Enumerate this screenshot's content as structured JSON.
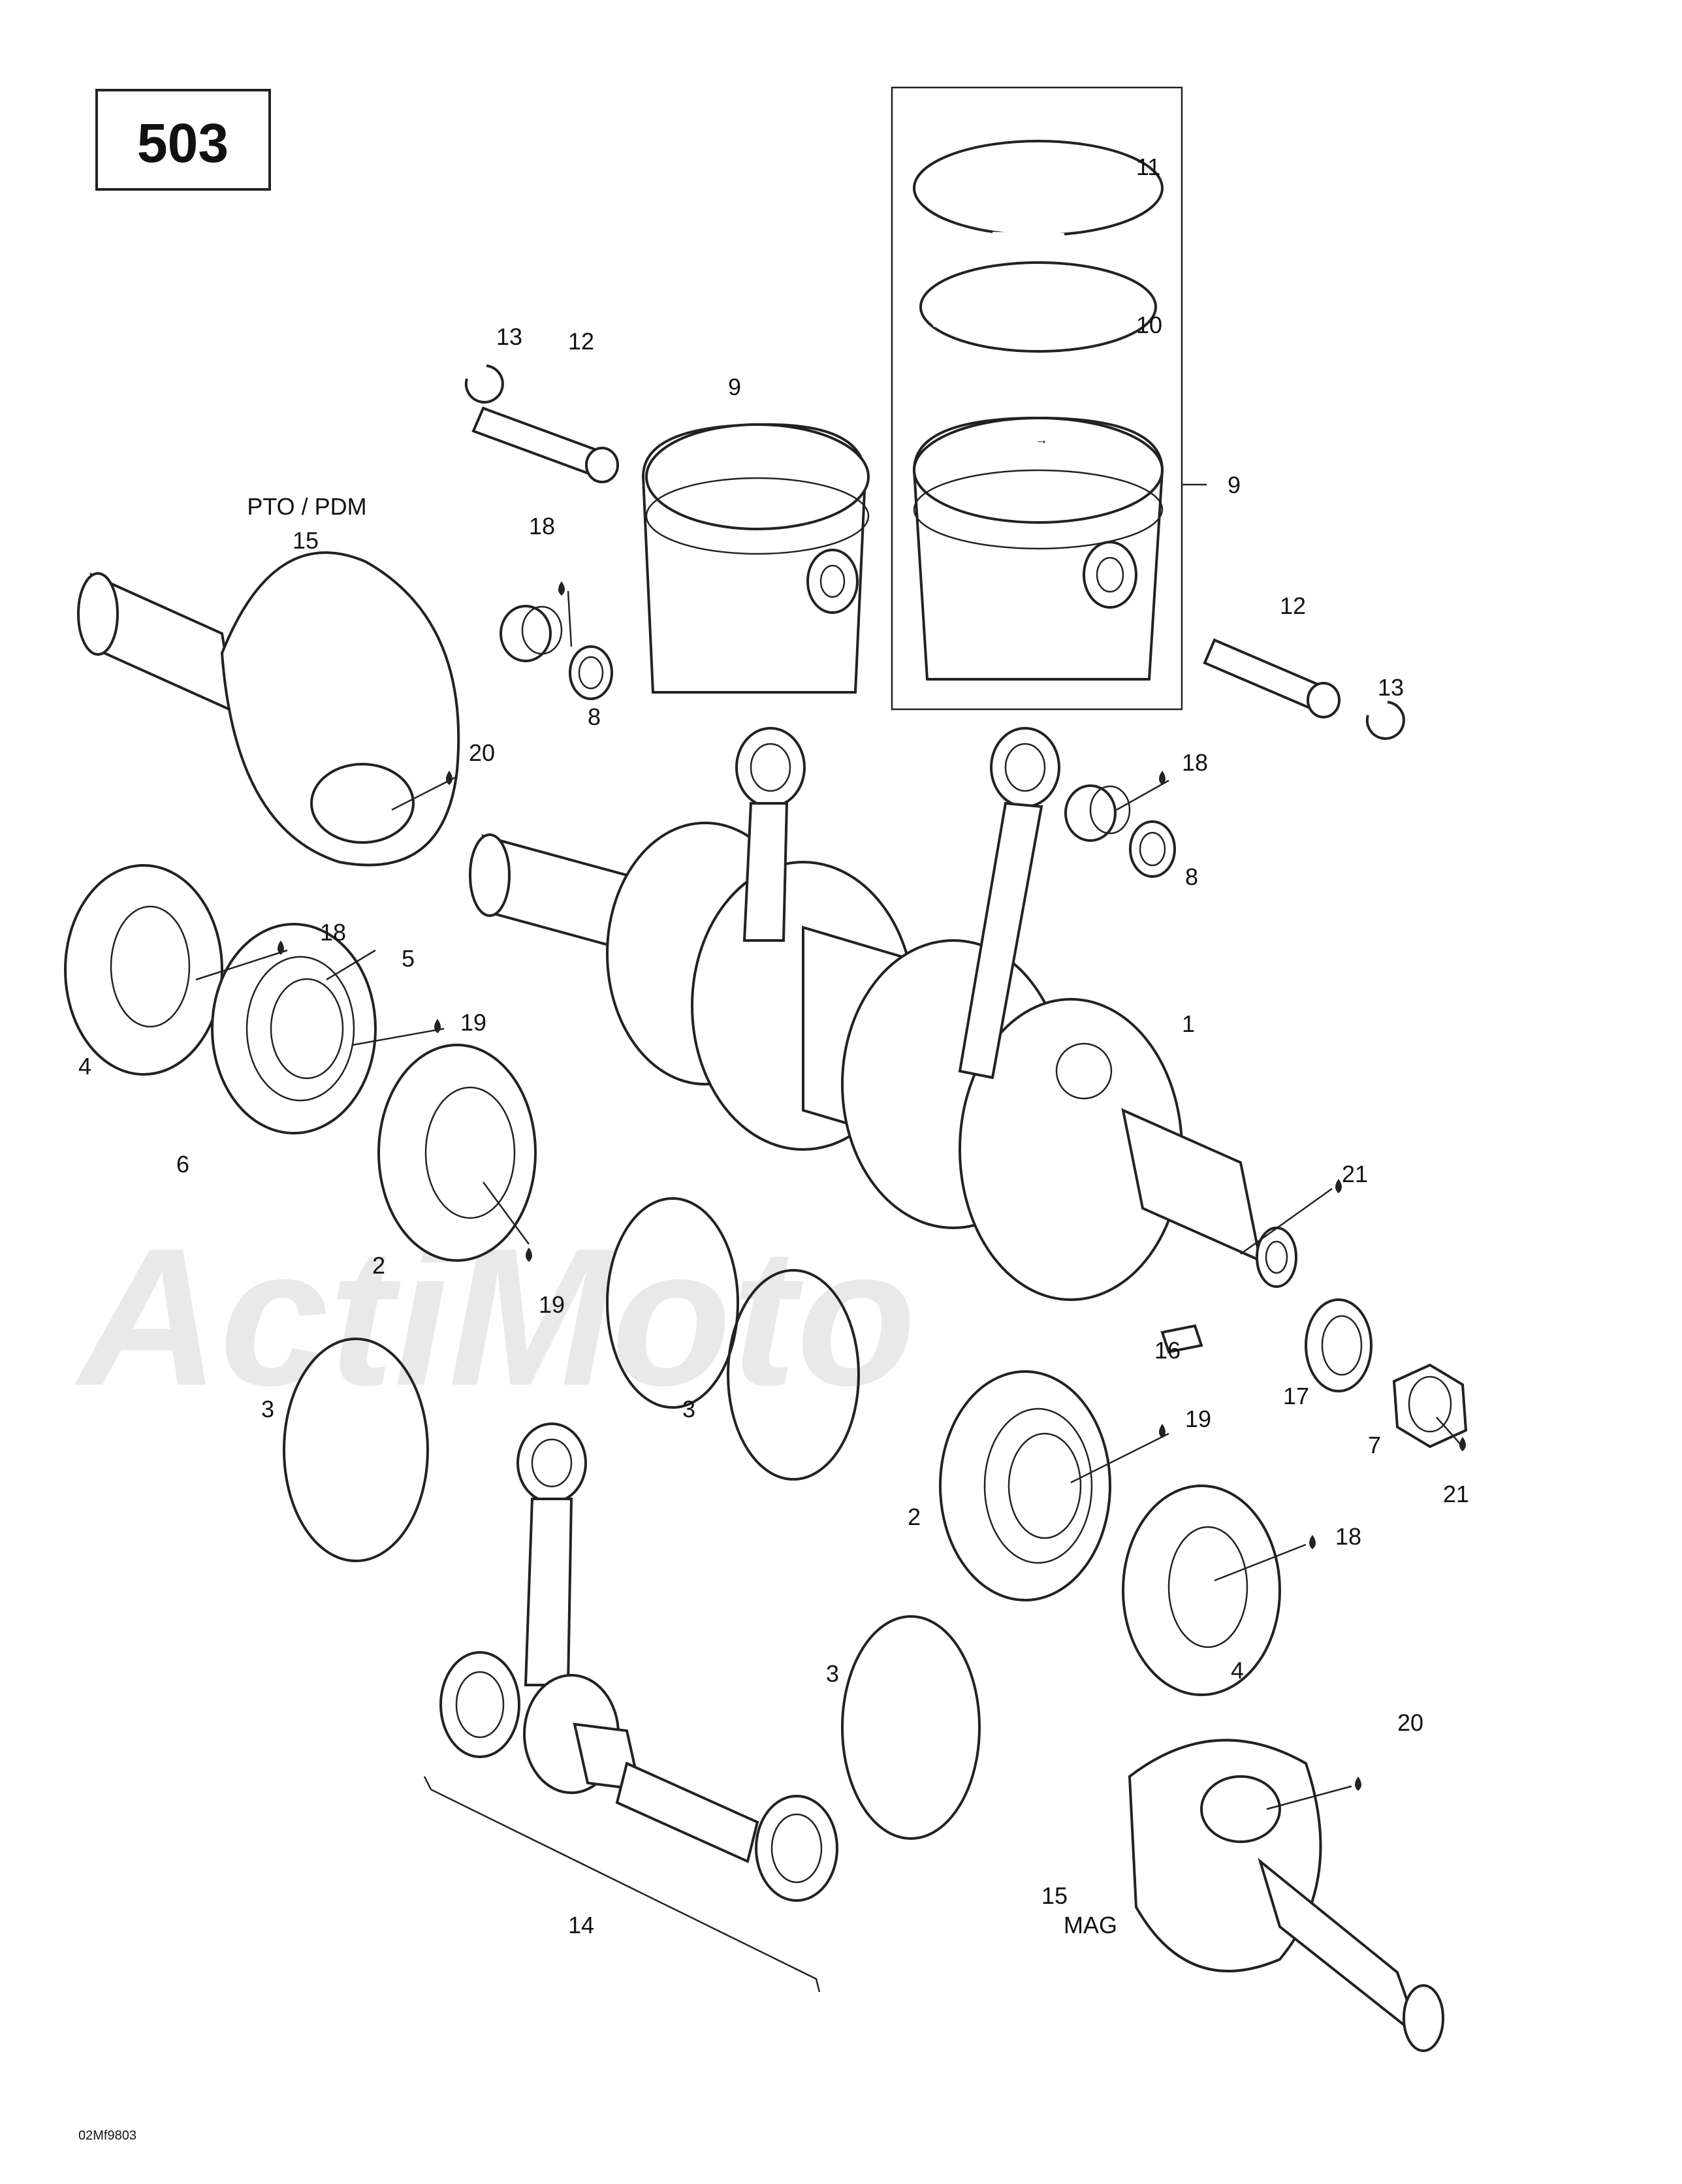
{
  "diagram": {
    "section_number": "503",
    "drawing_code": "02Mf9803",
    "watermark": "ActiMoto",
    "labels": {
      "pto_pdm": "PTO / PDM",
      "mag": "MAG"
    },
    "callouts": [
      {
        "id": "c1",
        "text": "1"
      },
      {
        "id": "c2a",
        "text": "2"
      },
      {
        "id": "c2b",
        "text": "2"
      },
      {
        "id": "c3a",
        "text": "3"
      },
      {
        "id": "c3b",
        "text": "3"
      },
      {
        "id": "c3c",
        "text": "3"
      },
      {
        "id": "c4a",
        "text": "4"
      },
      {
        "id": "c4b",
        "text": "4"
      },
      {
        "id": "c5",
        "text": "5"
      },
      {
        "id": "c6",
        "text": "6"
      },
      {
        "id": "c7",
        "text": "7"
      },
      {
        "id": "c8a",
        "text": "8"
      },
      {
        "id": "c8b",
        "text": "8"
      },
      {
        "id": "c9a",
        "text": "9"
      },
      {
        "id": "c9b",
        "text": "9"
      },
      {
        "id": "c10",
        "text": "10"
      },
      {
        "id": "c11",
        "text": "11"
      },
      {
        "id": "c12a",
        "text": "12"
      },
      {
        "id": "c12b",
        "text": "12"
      },
      {
        "id": "c13a",
        "text": "13"
      },
      {
        "id": "c13b",
        "text": "13"
      },
      {
        "id": "c14",
        "text": "14"
      },
      {
        "id": "c15a",
        "text": "15"
      },
      {
        "id": "c15b",
        "text": "15"
      },
      {
        "id": "c16",
        "text": "16"
      },
      {
        "id": "c17",
        "text": "17"
      },
      {
        "id": "c18a",
        "text": "18"
      },
      {
        "id": "c18b",
        "text": "18"
      },
      {
        "id": "c18c",
        "text": "18"
      },
      {
        "id": "c18d",
        "text": "18"
      },
      {
        "id": "c19a",
        "text": "19"
      },
      {
        "id": "c19b",
        "text": "19"
      },
      {
        "id": "c19c",
        "text": "19"
      },
      {
        "id": "c20a",
        "text": "20"
      },
      {
        "id": "c20b",
        "text": "20"
      },
      {
        "id": "c21a",
        "text": "21"
      },
      {
        "id": "c21b",
        "text": "21"
      }
    ]
  }
}
